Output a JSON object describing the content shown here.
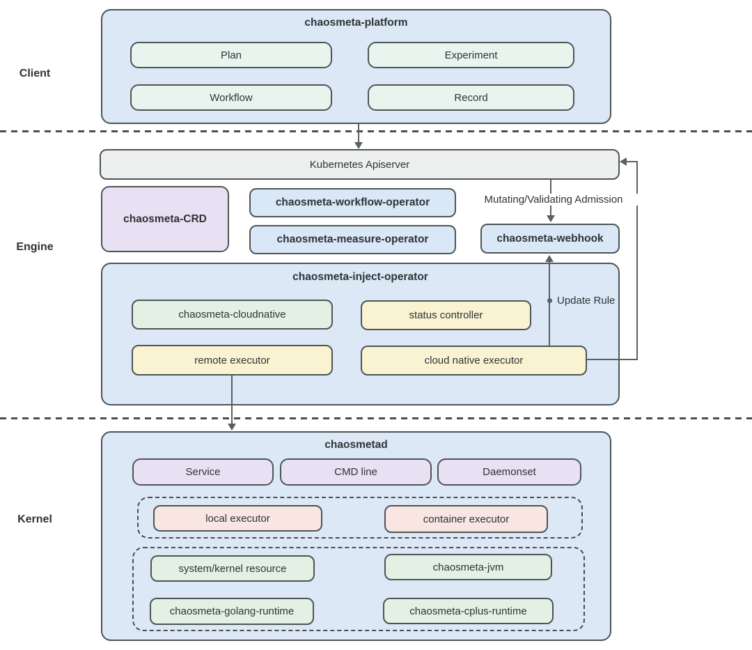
{
  "sections": {
    "client_label": "Client",
    "engine_label": "Engine",
    "kernel_label": "Kernel"
  },
  "client": {
    "platform_title": "chaosmeta-platform",
    "plan": "Plan",
    "experiment": "Experiment",
    "workflow": "Workflow",
    "record": "Record"
  },
  "engine": {
    "apiserver": "Kubernetes Apiserver",
    "crd": "chaosmeta-CRD",
    "workflow_operator": "chaosmeta-workflow-operator",
    "measure_operator": "chaosmeta-measure-operator",
    "webhook": "chaosmeta-webhook",
    "admission_label": "Mutating/Validating Admission",
    "update_rule_label": "Update Rule",
    "inject_operator_title": "chaosmeta-inject-operator",
    "cloudnative": "chaosmeta-cloudnative",
    "status_controller": "status controller",
    "remote_executor": "remote executor",
    "cloud_native_executor": "cloud native executor"
  },
  "kernel": {
    "chaosmetad_title": "chaosmetad",
    "service": "Service",
    "cmd_line": "CMD line",
    "daemonset": "Daemonset",
    "local_executor": "local executor",
    "container_executor": "container executor",
    "system_kernel_resource": "system/kernel resource",
    "jvm": "chaosmeta-jvm",
    "golang_runtime": "chaosmeta-golang-runtime",
    "cplus_runtime": "chaosmeta-cplus-runtime"
  },
  "colors": {
    "container_blue": "#dce8f6",
    "node_blue": "#dae7f7",
    "mint": "#eaf4ef",
    "gray": "#eef0ef",
    "purple": "#e8e1f3",
    "green": "#e4f0e3",
    "yellow": "#f9f3d2",
    "pink": "#f9e5e2",
    "border": "#4d5456",
    "connector": "#5a5f61"
  }
}
